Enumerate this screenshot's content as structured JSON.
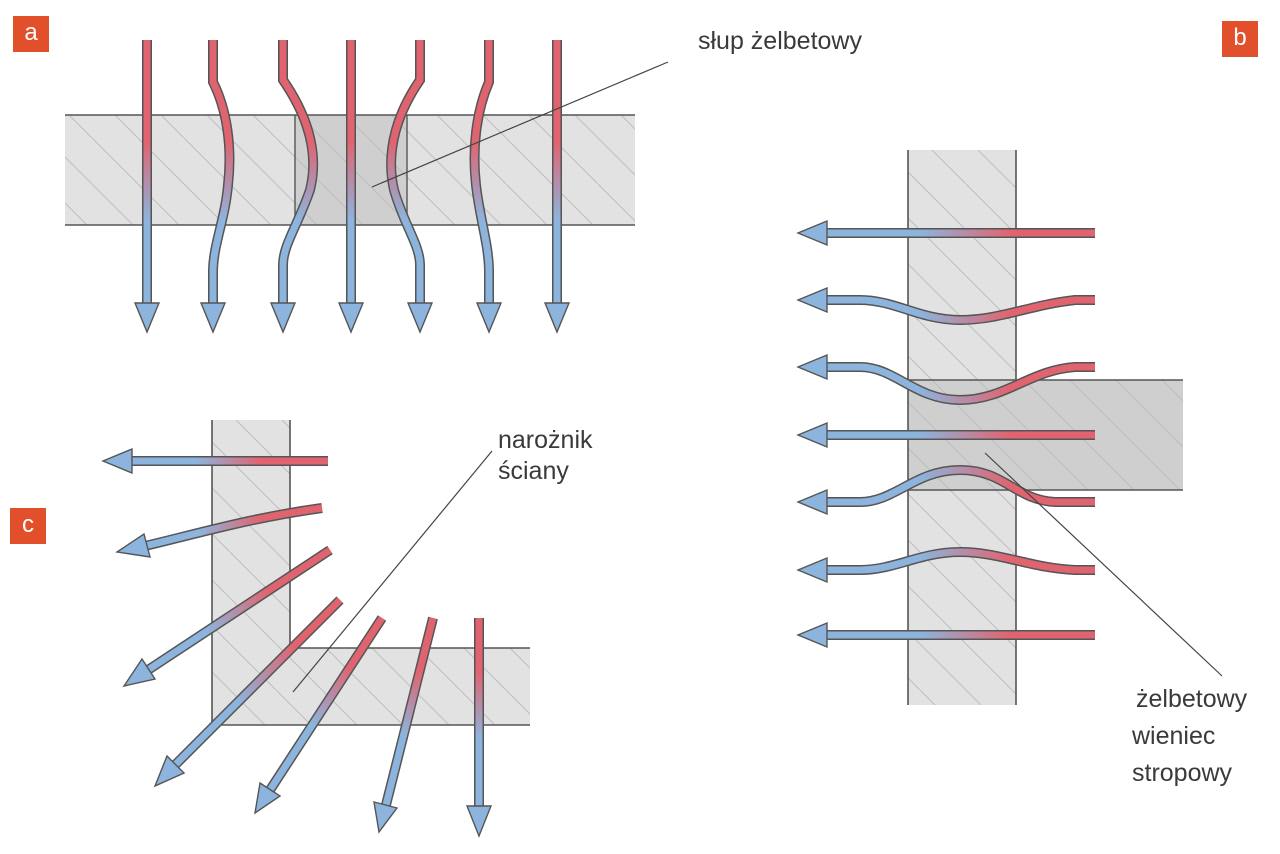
{
  "panels": {
    "a": {
      "badge": "a",
      "label": "słup żelbetowy"
    },
    "b": {
      "badge": "b",
      "label_lines": [
        "żelbetowy",
        "wieniec",
        "stropowy"
      ]
    },
    "c": {
      "badge": "c",
      "label_lines": [
        "narożnik",
        "ściany"
      ]
    }
  },
  "colors": {
    "warm": "#e06470",
    "cold": "#8cb4dc",
    "badge": "#e1502a",
    "wall": "#e2e2e2",
    "concrete": "#cfcfcf",
    "outline": "#555555",
    "leader": "#444444"
  },
  "icons": {
    "arrow": "heat-flow-arrow"
  }
}
